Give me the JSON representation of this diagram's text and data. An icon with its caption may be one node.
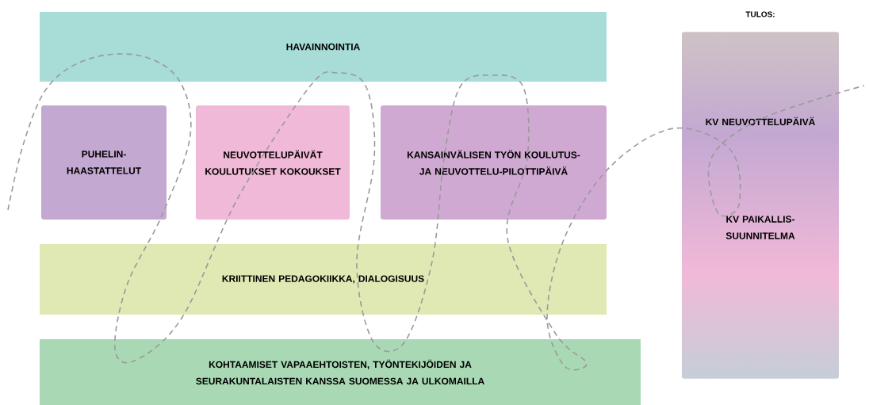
{
  "diagram": {
    "nodes": [
      {
        "text": [
          "HAVAINNOINTIA"
        ]
      },
      {
        "text": [
          "PUHELIN-HAASTATTELUT"
        ]
      },
      {
        "text": [
          "NEUVOTTELUPÄIVÄT KOULUTUKSET KOKOUKSET"
        ]
      },
      {
        "text": [
          "KANSAINVÄLISEN TYÖN KOULUTUS- JA NEUVOTTELU-PILOTTIPÄIVÄ"
        ]
      },
      {
        "text": [
          "KRIITTINEN PEDAGOKIIKKA, DIALOGISUUS"
        ]
      },
      {
        "text": [
          "KOHTAAMISET VAPAAEHTOISTEN, TYÖNTEKIJÖIDEN JA SEURAKUNTALAISTEN KANSSA SUOMESSA JA ULKOMAILLA"
        ]
      },
      {
        "text": [
          "TULOS:",
          "KV NEUVOTTELUPÄIVÄ",
          "KV PAIKALLIS-SUUNNITELMA"
        ]
      }
    ]
  }
}
